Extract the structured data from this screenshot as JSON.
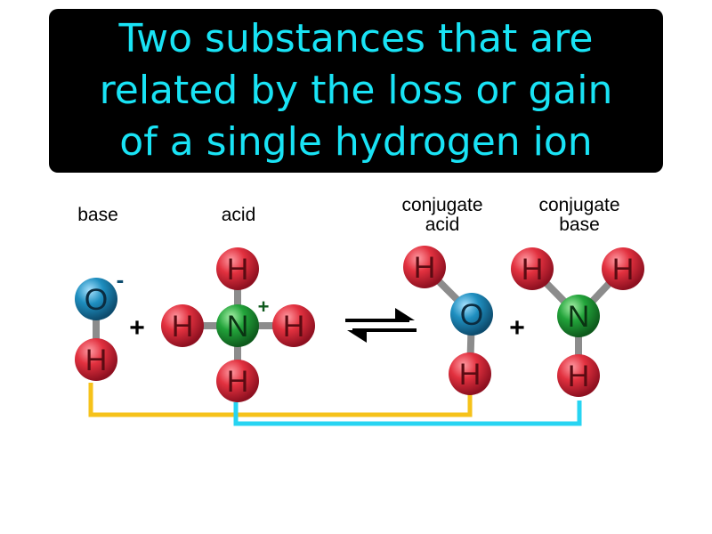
{
  "title": {
    "line1": "Two substances that are",
    "line2": "related by the loss or gain",
    "line3": "of a single hydrogen ion"
  },
  "labels": {
    "base": "base",
    "acid": "acid",
    "conjugate_acid_1": "conjugate",
    "conjugate_acid_2": "acid",
    "conjugate_base_1": "conjugate",
    "conjugate_base_2": "base"
  },
  "symbols": {
    "plus": "+",
    "minus": "-",
    "hydrogen": "H",
    "oxygen": "O",
    "nitrogen": "N"
  },
  "colors": {
    "title_bg": "#000000",
    "title_text": "#19e3f5",
    "hydrogen": "#e2313f",
    "oxygen": "#1f8fc0",
    "nitrogen": "#22a33a",
    "bond": "#8c8c8c",
    "bracket_base_pair": "#f6c21a",
    "bracket_acid_pair": "#27d4f2"
  }
}
